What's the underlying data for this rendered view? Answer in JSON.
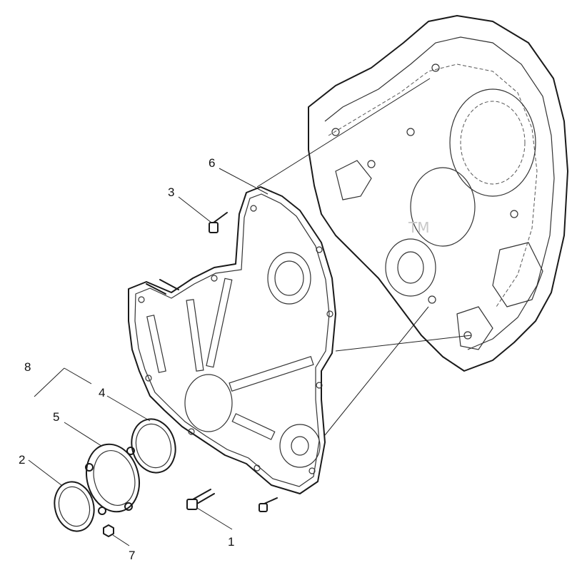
{
  "diagram": {
    "watermark": {
      "text": "",
      "trademark": "TM"
    },
    "callouts": [
      {
        "id": "callout-1",
        "label": "1"
      },
      {
        "id": "callout-2",
        "label": "2"
      },
      {
        "id": "callout-3",
        "label": "3"
      },
      {
        "id": "callout-4",
        "label": "4"
      },
      {
        "id": "callout-5",
        "label": "5"
      },
      {
        "id": "callout-6",
        "label": "6"
      },
      {
        "id": "callout-7",
        "label": "7"
      },
      {
        "id": "callout-8",
        "label": "8"
      }
    ]
  }
}
